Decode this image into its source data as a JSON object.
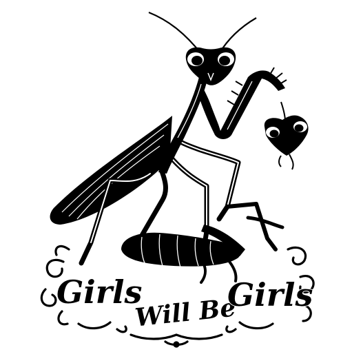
{
  "artwork": {
    "subject": "praying-mantis",
    "ink_color": "#000000",
    "paper_color": "#ffffff"
  },
  "slogan": {
    "line1": "Girls",
    "line2": "Will Be",
    "line3": "Girls"
  }
}
